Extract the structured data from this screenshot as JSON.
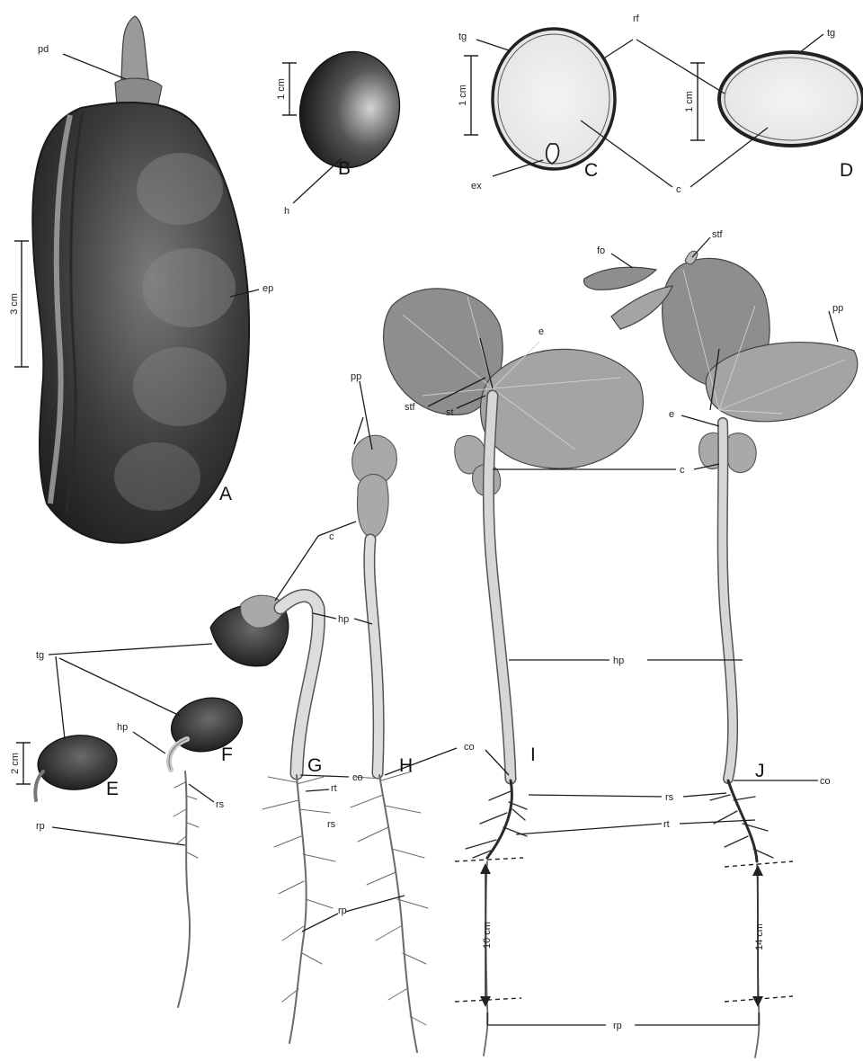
{
  "figure_letters": {
    "A": "A",
    "B": "B",
    "C": "C",
    "D": "D",
    "E": "E",
    "F": "F",
    "G": "G",
    "H": "H",
    "I": "I",
    "J": "J"
  },
  "labels": {
    "pd": "pd",
    "ep": "ep",
    "h": "h",
    "tg": "tg",
    "rf": "rf",
    "ex": "ex",
    "c": "c",
    "fo": "fo",
    "stf": "stf",
    "pp": "pp",
    "e": "e",
    "st": "st",
    "hp": "hp",
    "co": "co",
    "co_j": "co",
    "rs": "rs",
    "rt": "rt",
    "rp": "rp"
  },
  "scale_bars": {
    "a": "3 cm",
    "b": "1 cm",
    "c": "1 cm",
    "d": "1 cm",
    "e": "2 cm",
    "i": "10 cm",
    "j": "14 cm"
  }
}
